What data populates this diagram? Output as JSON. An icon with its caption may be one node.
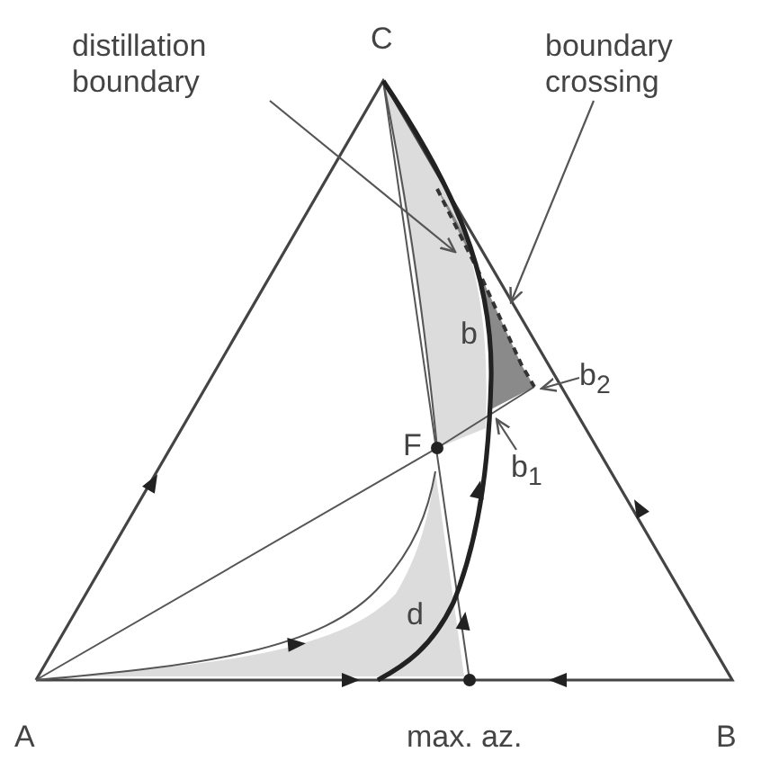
{
  "diagram": {
    "nodes": [
      {
        "text": [
          "distillation boundary"
        ]
      },
      {
        "text": [
          "boundary crossing"
        ]
      },
      {
        "text": [
          "b$_{2}$"
        ]
      },
      {
        "text": [
          "b$_{1}$"
        ]
      }
    ],
    "edges": [
      {
        "from": 0,
        "to": null,
        "arrow": "to"
      },
      {
        "from": 1,
        "to": null,
        "arrow": "to"
      },
      {
        "from": 2,
        "to": null,
        "arrow": "to"
      },
      {
        "from": 3,
        "to": null,
        "arrow": "to"
      }
    ],
    "labels": [
      "C",
      "b",
      "F",
      "d",
      "A",
      "max. az.",
      "B"
    ]
  }
}
